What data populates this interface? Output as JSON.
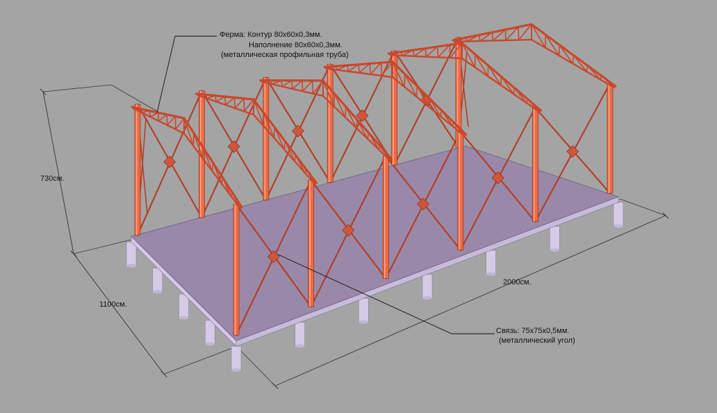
{
  "annotations": {
    "truss_label": "Ферма: Контур 80х60х0,3мм.",
    "truss_fill": "Наполнение 80х60х0,3мм.",
    "truss_material": "(металлическая профильная труба)",
    "brace_label": "Связь: 75х75х0,5мм.",
    "brace_material": "(металлический угол)"
  },
  "dimensions": {
    "height": "730см.",
    "width": "1100см.",
    "length": "2000см."
  },
  "colors": {
    "background": "#a4a4a4",
    "slab_top": "#9a88a8",
    "slab_edge": "#d4c8e6",
    "pile": "#d6cbe6",
    "column": "#ef6a44",
    "truss": "#c8482c",
    "brace": "#b0402a",
    "dimension_line": "#333333"
  }
}
